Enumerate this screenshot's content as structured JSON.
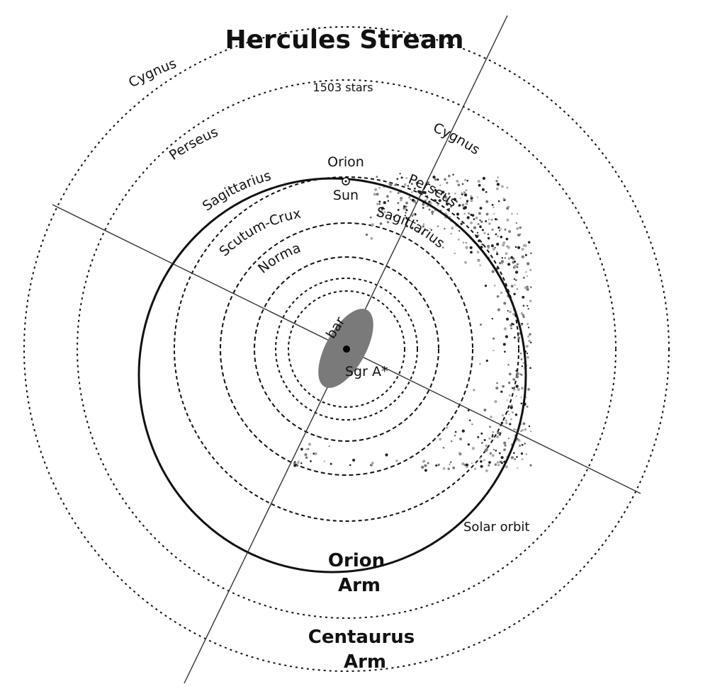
{
  "title": "Hercules Stream",
  "star_count": "1503 stars",
  "rings": {
    "outer_cygnus": "Cygnus",
    "outer_perseus": "Perseus",
    "sagittarius": "Sagittarius",
    "scutum_crux": "Scutum-Crux",
    "norma": "Norma",
    "inner_cygnus": "Cygnus",
    "inner_perseus": "Perseus",
    "inner_sagittarius": "Sagittarius"
  },
  "orion": "Orion",
  "sun": "Sun",
  "bar": "bar",
  "sgr": "Sgr A*",
  "solar_orbit": "Solar orbit",
  "orion_arm": [
    "Orion",
    "Arm"
  ],
  "centaurus_arm": [
    "Centaurus",
    "Arm"
  ],
  "colors": {
    "ink": "#111111",
    "bar_fill": "#7a7a7a",
    "star_dark": "#222222",
    "star_mid": "#777777",
    "star_light": "#aaaaaa"
  }
}
